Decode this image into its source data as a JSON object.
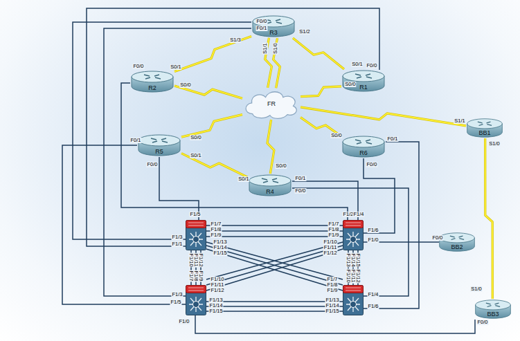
{
  "diagram": {
    "nodes": [
      {
        "text": [
          "R3"
        ]
      },
      {
        "text": [
          "R2"
        ]
      },
      {
        "text": [
          "R1"
        ]
      },
      {
        "text": [
          "FR"
        ]
      },
      {
        "text": [
          "BB1"
        ]
      },
      {
        "text": [
          "R5"
        ]
      },
      {
        "text": [
          "R6"
        ]
      },
      {
        "text": [
          "R4"
        ]
      },
      {
        "text": [
          "BB2"
        ]
      },
      {
        "text": [
          "BB3"
        ]
      }
    ],
    "edges": [
      {
        "from": 0,
        "to": 1,
        "arrow": "none"
      },
      {
        "from": 0,
        "to": 3,
        "arrow": "none"
      },
      {
        "from": 0,
        "to": 3,
        "arrow": "none"
      },
      {
        "from": 0,
        "to": 2,
        "arrow": "none"
      },
      {
        "from": 1,
        "to": 3,
        "arrow": "none"
      },
      {
        "from": 2,
        "to": 3,
        "arrow": "none"
      },
      {
        "from": 4,
        "to": 3,
        "arrow": "none"
      },
      {
        "from": 5,
        "to": 3,
        "arrow": "none"
      },
      {
        "from": 6,
        "to": 3,
        "arrow": "none"
      },
      {
        "from": 7,
        "to": 3,
        "arrow": "none"
      },
      {
        "from": 5,
        "to": 7,
        "arrow": "none"
      },
      {
        "from": 4,
        "to": 9,
        "arrow": "none"
      }
    ],
    "labels": [
      "F0/0",
      "F0/1",
      "S1/3",
      "S1/1",
      "S1/0",
      "S1/2",
      "F0/0",
      "S0/1",
      "S0/0",
      "F0/0",
      "S0/1",
      "S0/0",
      "F0/1",
      "F0/0",
      "S0/0",
      "S0/1",
      "S0/0",
      "F0/1",
      "F0/0",
      "S0/1",
      "S0/0",
      "F0/1",
      "F0/0",
      "S1/1",
      "S1/0",
      "F0/0",
      "S1/0",
      "F0/0",
      "F1/5",
      "F1/7",
      "F1/8",
      "F1/9",
      "F1/3",
      "F1/1",
      "F1/13",
      "F1/14",
      "F1/15",
      "F1/10",
      "F1/11",
      "F1/12",
      "F1/2",
      "F1/4",
      "F1/7",
      "F1/8",
      "F1/9",
      "F1/6",
      "F1/0",
      "F1/10",
      "F1/11",
      "F1/12",
      "F1/13",
      "F1/14",
      "F1/15",
      "F1/7",
      "F1/8",
      "F1/9",
      "F1/10",
      "F1/11",
      "F1/12",
      "F1/3",
      "F1/5",
      "F1/13",
      "F1/14",
      "F1/15",
      "F1/0",
      "F1/7",
      "F1/8",
      "F1/9",
      "F1/10",
      "F1/11",
      "F1/12",
      "F1/4",
      "F1/13",
      "F1/14",
      "F1/15",
      "F1/6"
    ]
  }
}
